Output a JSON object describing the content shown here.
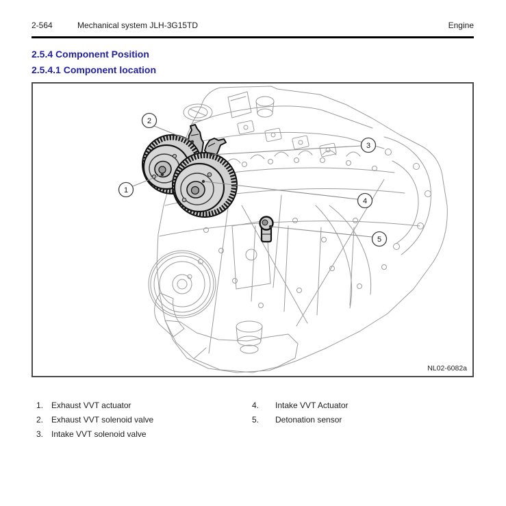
{
  "header": {
    "page_number": "2-564",
    "title": "Mechanical system JLH-3G15TD",
    "section": "Engine"
  },
  "headings": {
    "h1": "2.5.4 Component Position",
    "h2": "2.5.4.1 Component location"
  },
  "figure": {
    "code": "NL02-6082a",
    "description": "Engine line drawing with numbered component callouts",
    "callouts": [
      "1",
      "2",
      "3",
      "4",
      "5"
    ],
    "parts": [
      "exhaust-vvt-actuator",
      "exhaust-vvt-solenoid-valve",
      "intake-vvt-solenoid-valve",
      "intake-vvt-actuator",
      "detonation-sensor"
    ]
  },
  "legend": {
    "col1": [
      {
        "num": "1.",
        "label": "Exhaust VVT actuator"
      },
      {
        "num": "2.",
        "label": "Exhaust VVT solenoid valve"
      },
      {
        "num": "3.",
        "label": "Intake VVT solenoid valve"
      }
    ],
    "col2": [
      {
        "num": "4.",
        "label": "Intake VVT Actuator"
      },
      {
        "num": "5.",
        "label": "Detonation sensor"
      }
    ]
  },
  "colors": {
    "heading_blue": "#1f1fa0",
    "rule": "#000000",
    "box_border": "#484848",
    "line_art": "#9b9b9b",
    "part_outline": "#121212"
  }
}
